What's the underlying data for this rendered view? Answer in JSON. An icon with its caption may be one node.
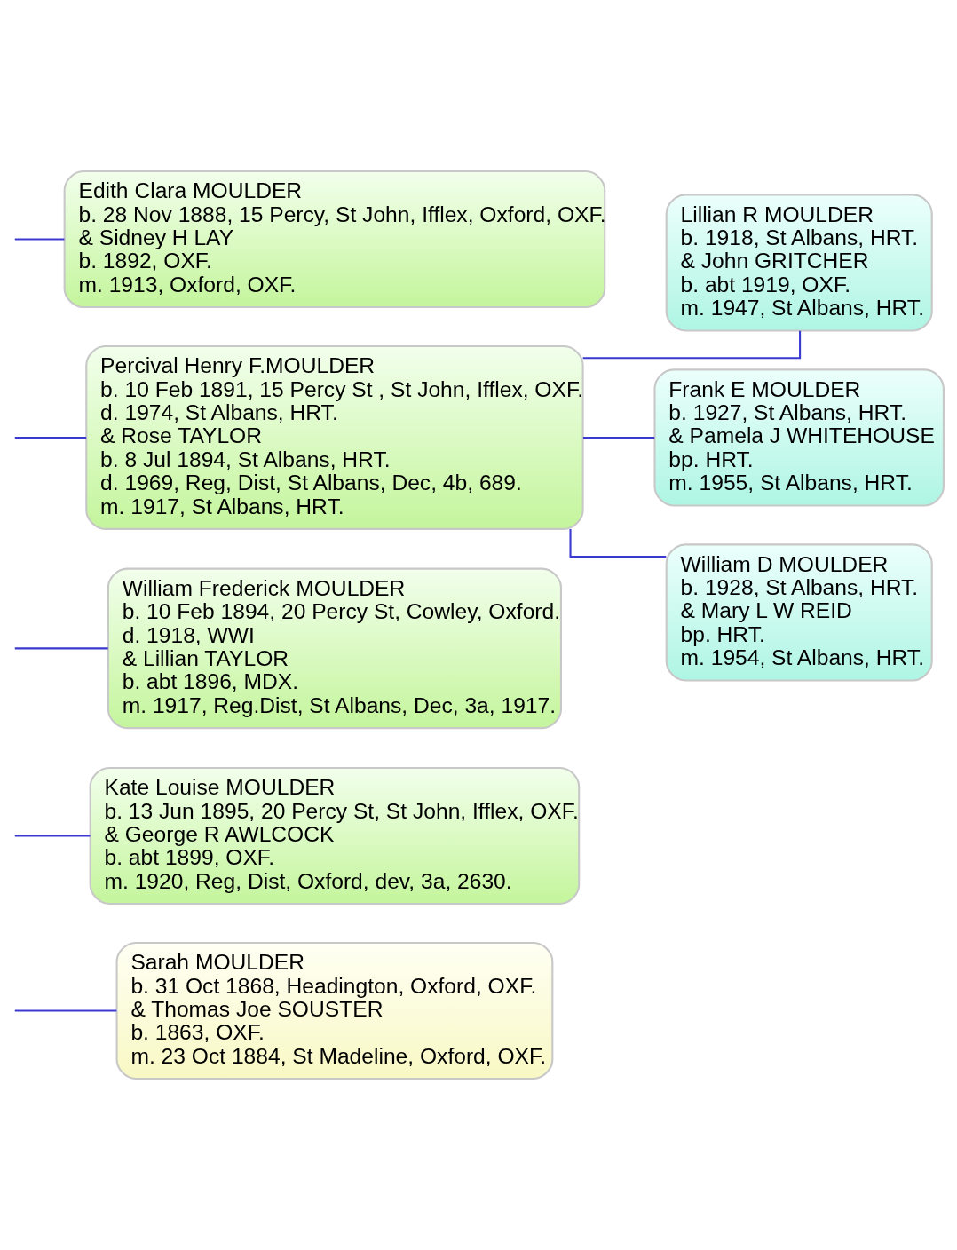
{
  "diagram": {
    "nodes": [
      {
        "text": [
          "Edith Clara MOULDER",
          "b. 28 Nov 1888, 15 Percy, St John, Ifflex, Oxford, OXF.",
          "& Sidney H LAY",
          "b. 1892, OXF.",
          "m. 1913, Oxford, OXF."
        ]
      },
      {
        "text": [
          "Percival Henry F.MOULDER",
          "b. 10 Feb 1891, 15 Percy St , St John, Ifflex, OXF.",
          "d. 1974, St Albans, HRT.",
          "& Rose TAYLOR",
          "b. 8 Jul 1894, St Albans, HRT.",
          "d. 1969, Reg, Dist, St Albans, Dec, 4b, 689.",
          "m. 1917, St Albans, HRT."
        ]
      },
      {
        "text": [
          "Lillian R MOULDER",
          "b. 1918, St Albans, HRT.",
          "& John GRITCHER",
          "b. abt 1919, OXF.",
          "m. 1947, St Albans, HRT."
        ]
      },
      {
        "text": [
          "Frank E MOULDER",
          "b. 1927, St Albans, HRT.",
          "& Pamela J WHITEHOUSE",
          "bp. HRT.",
          "m. 1955, St Albans, HRT."
        ]
      },
      {
        "text": [
          "William D MOULDER",
          "b. 1928, St Albans, HRT.",
          "& Mary L W REID",
          "bp. HRT.",
          "m. 1954, St Albans, HRT."
        ]
      },
      {
        "text": [
          "William Frederick MOULDER",
          "b. 10 Feb 1894, 20 Percy St, Cowley, Oxford.",
          "d. 1918, WWI",
          "& Lillian TAYLOR",
          "b. abt 1896, MDX.",
          "m. 1917, Reg.Dist, St Albans, Dec, 3a, 1917."
        ]
      },
      {
        "text": [
          "Kate Louise MOULDER",
          "b. 13 Jun 1895, 20 Percy St, St John, Ifflex, OXF.",
          "& George R AWLCOCK",
          "b. abt 1899, OXF.",
          "m. 1920, Reg, Dist, Oxford, dev, 3a, 2630."
        ]
      },
      {
        "text": [
          "Sarah MOULDER",
          "b. 31 Oct 1868, Headington, Oxford, OXF.",
          "& Thomas Joe SOUSTER",
          "b. 1863, OXF.",
          "m. 23 Oct 1884, St Madeline, Oxford, OXF."
        ]
      }
    ],
    "edges": [
      {
        "from": null,
        "to": 0,
        "arrow": "none"
      },
      {
        "from": null,
        "to": 1,
        "arrow": "none"
      },
      {
        "from": 1,
        "to": 2,
        "arrow": "none"
      },
      {
        "from": 1,
        "to": 3,
        "arrow": "none"
      },
      {
        "from": 1,
        "to": 4,
        "arrow": "none"
      },
      {
        "from": null,
        "to": 5,
        "arrow": "none"
      },
      {
        "from": null,
        "to": 6,
        "arrow": "none"
      },
      {
        "from": null,
        "to": 7,
        "arrow": "none"
      }
    ]
  }
}
